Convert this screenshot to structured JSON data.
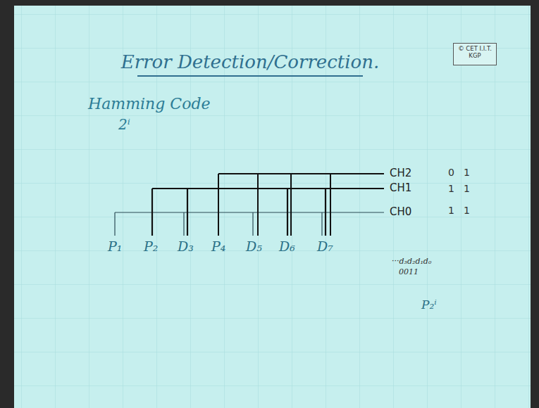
{
  "diagram": {
    "title": "Error Detection/Correction.",
    "nodes": [
      {
        "text": [
          "© CET I.I.T. KGP"
        ]
      }
    ],
    "labels": [
      "Hamming Code",
      "2ⁱ",
      "P₁",
      "P₂",
      "D₃",
      "P₄",
      "D₅",
      "D₆",
      "D₇",
      "CH2",
      "CH1",
      "CH0",
      "0",
      "1",
      "1",
      "1",
      "1",
      "1",
      "···d₃d₂d₁d₀",
      "0011",
      "P₂ⁱ"
    ]
  }
}
